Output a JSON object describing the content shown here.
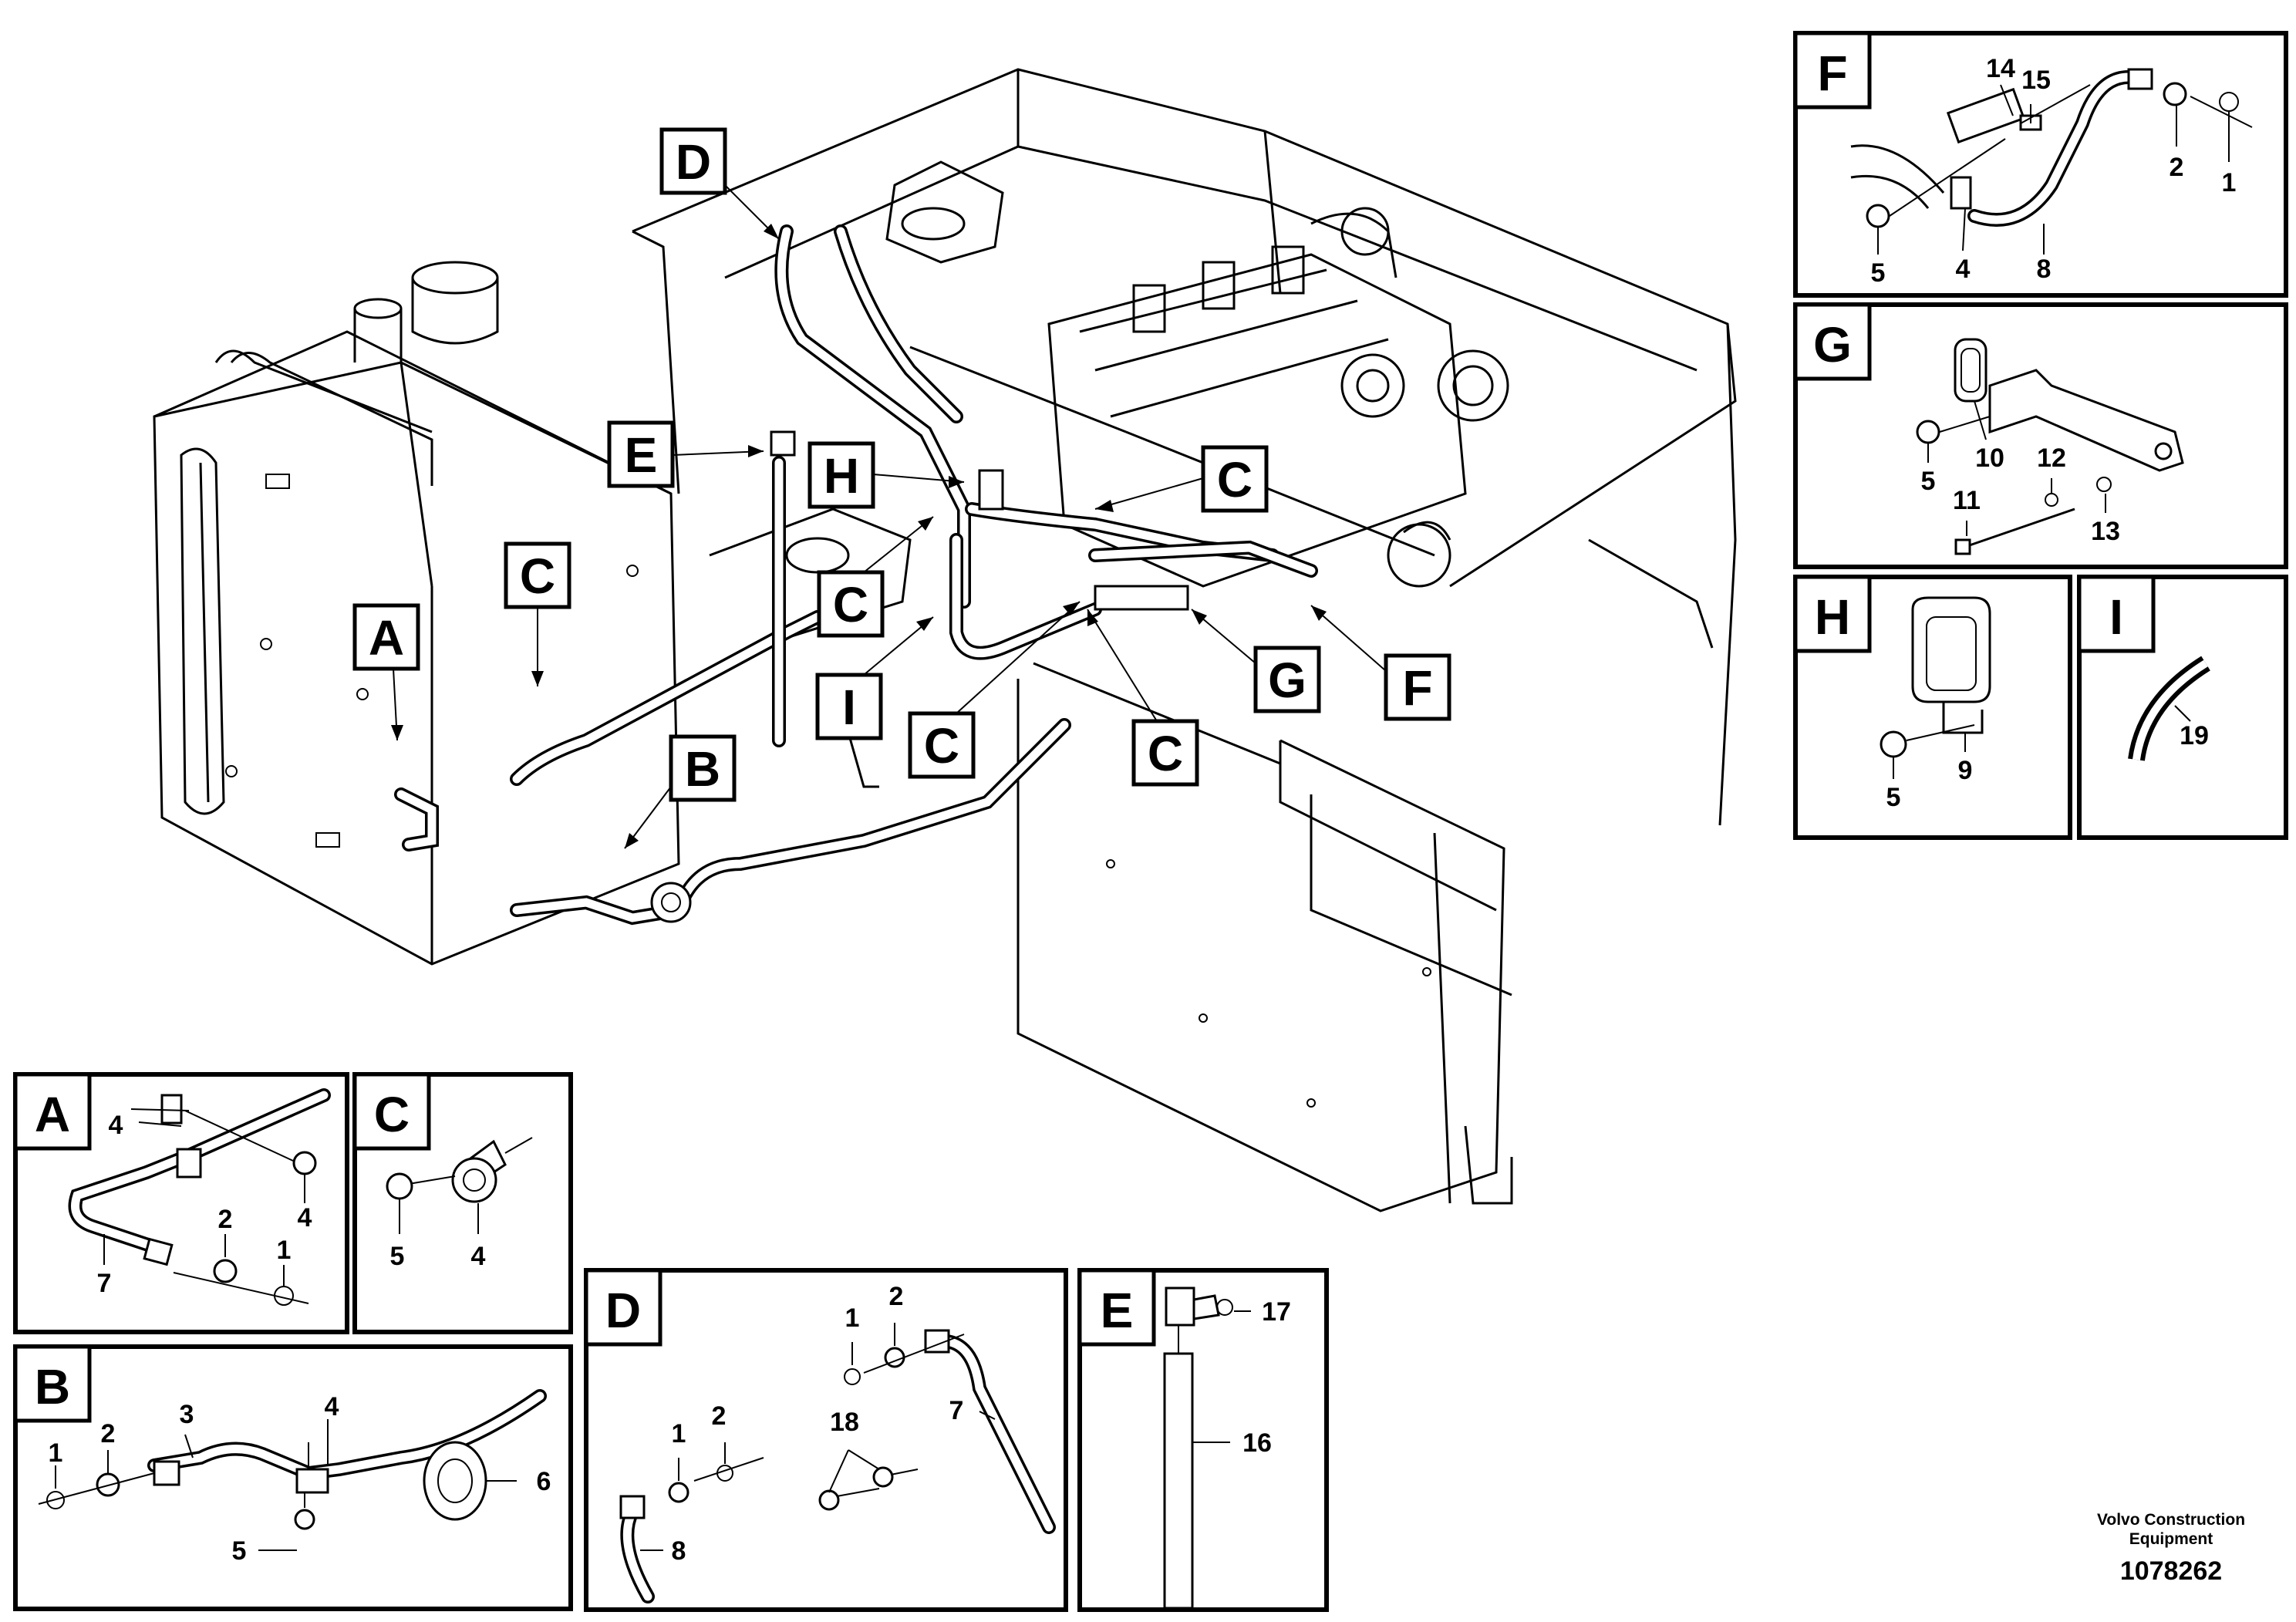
{
  "main_view": {
    "callouts": [
      "A",
      "B",
      "C",
      "C",
      "C",
      "C",
      "C",
      "D",
      "E",
      "F",
      "G",
      "H",
      "I"
    ]
  },
  "details": {
    "A": {
      "letter": "A",
      "labels": [
        "4",
        "4",
        "2",
        "1",
        "7"
      ]
    },
    "B": {
      "letter": "B",
      "labels": [
        "1",
        "2",
        "3",
        "4",
        "5",
        "6"
      ]
    },
    "C": {
      "letter": "C",
      "labels": [
        "5",
        "4"
      ]
    },
    "D": {
      "letter": "D",
      "labels": [
        "1",
        "2",
        "1",
        "2",
        "18",
        "7",
        "8"
      ]
    },
    "E": {
      "letter": "E",
      "labels": [
        "17",
        "16"
      ]
    },
    "F": {
      "letter": "F",
      "labels": [
        "14",
        "15",
        "2",
        "1",
        "5",
        "4",
        "8"
      ]
    },
    "G": {
      "letter": "G",
      "labels": [
        "5",
        "10",
        "12",
        "11",
        "13"
      ]
    },
    "H": {
      "letter": "H",
      "labels": [
        "5",
        "9"
      ]
    },
    "I": {
      "letter": "I",
      "labels": [
        "19"
      ]
    }
  },
  "footer": {
    "company_line1": "Volvo Construction",
    "company_line2": "Equipment",
    "drawing_number": "1078262"
  }
}
